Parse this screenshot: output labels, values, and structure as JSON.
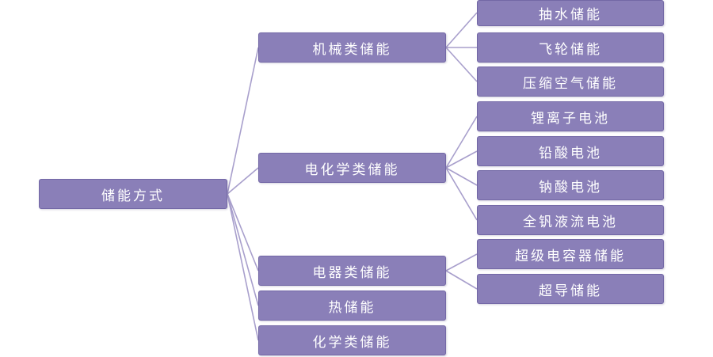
{
  "root": {
    "label": "储能方式"
  },
  "categories": [
    {
      "label": "机械类储能",
      "children": [
        {
          "label": "抽水储能"
        },
        {
          "label": "飞轮储能"
        },
        {
          "label": "压缩空气储能"
        }
      ]
    },
    {
      "label": "电化学类储能",
      "children": [
        {
          "label": "锂离子电池"
        },
        {
          "label": "铅酸电池"
        },
        {
          "label": "钠酸电池"
        },
        {
          "label": "全钒液流电池"
        }
      ]
    },
    {
      "label": "电器类储能",
      "children": [
        {
          "label": "超级电容器储能"
        },
        {
          "label": "超导储能"
        }
      ]
    },
    {
      "label": "热储能",
      "children": []
    },
    {
      "label": "化学类储能",
      "children": []
    }
  ],
  "colors": {
    "node_fill": "#8a7fb8",
    "node_border": "#7368a6",
    "connector": "#a89fcc",
    "text": "#ffffff"
  }
}
